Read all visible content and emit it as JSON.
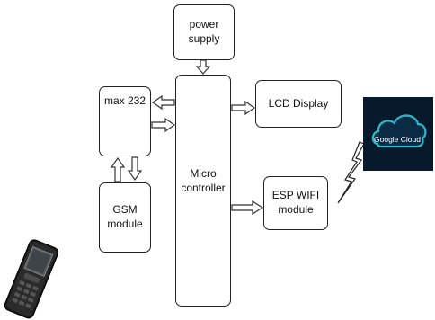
{
  "diagram": {
    "blocks": {
      "power_supply": "power supply",
      "max232": "max 232",
      "gsm_line1": "GSM",
      "gsm_line2": "module",
      "mcu_line1": "Micro",
      "mcu_line2": "controller",
      "lcd": "LCD Display",
      "esp_line1": "ESP WIFI",
      "esp_line2": "module",
      "cloud": "Google Cloud"
    },
    "colors": {
      "box_border": "#222222",
      "arrow_outline": "#333333",
      "cloud_bg": "#061a2c",
      "cloud_accent": "#2fb8c8"
    },
    "icons": [
      "mobile-phone-icon",
      "google-cloud-icon",
      "wireless-signal-icon"
    ]
  }
}
